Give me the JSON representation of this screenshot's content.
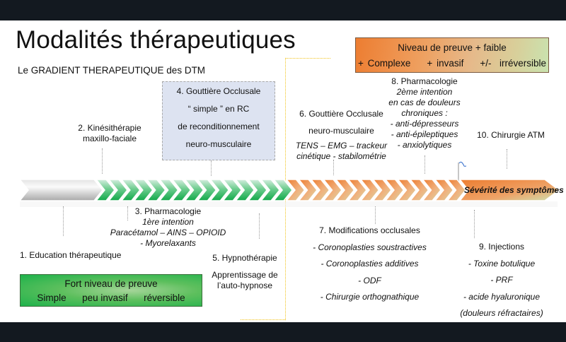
{
  "slide": {
    "title": "Modalités thérapeutiques",
    "subtitle": "Le GRADIENT THERAPEUTIQUE des DTM"
  },
  "legend_top": {
    "line1": "Niveau de preuve + faible",
    "line2": "+ Complexe    + invasif    +/-  irréversible",
    "color_start": "#ed7d31",
    "color_end": "#c9e3b0"
  },
  "legend_bottom": {
    "line1": "Fort niveau de preuve",
    "line2": "Simple      peu invasif      réversible",
    "color_start": "#1db24b",
    "color_end": "#a6d59a"
  },
  "arrow": {
    "label": "Sévérité des symptômes",
    "green_chevrons": 15,
    "orange_chevrons": 14,
    "colors": {
      "grey": "#bdbdbd",
      "green": "#1fb554",
      "orange": "#ed7d31"
    }
  },
  "modalities": [
    {
      "id": 1,
      "title": "1. Education thérapeutique"
    },
    {
      "id": 2,
      "title": "2. Kinésithérapie",
      "line2": "maxillo-faciale"
    },
    {
      "id": 3,
      "title": "3. Pharmacologie",
      "details": [
        "1ère intention",
        "Paracétamol – AINS – OPIOID",
        "- Myorelaxants"
      ]
    },
    {
      "id": 4,
      "title": "4. Gouttière Occlusale",
      "details": [
        "“ simple ” en RC",
        "de reconditionnement",
        "neuro-musculaire"
      ]
    },
    {
      "id": 5,
      "title": "5. Hypnothérapie",
      "details": [
        "Apprentissage de",
        "l’auto-hypnose"
      ]
    },
    {
      "id": 6,
      "title": "6. Gouttière Occlusale",
      "details": [
        "neuro-musculaire",
        "TENS – EMG – trackeur",
        "cinétique - stabilométrie"
      ]
    },
    {
      "id": 7,
      "title": "7. Modifications occlusales",
      "details": [
        "- Coronoplasties soustractives",
        "- Coronoplasties additives",
        "- ODF",
        "- Chirurgie orthognathique"
      ]
    },
    {
      "id": 8,
      "title": "8. Pharmacologie",
      "details": [
        "2ème intention",
        "en cas de douleurs",
        "chroniques :",
        "- anti-dépresseurs",
        "- anti-épileptiques",
        "- anxiolytiques"
      ]
    },
    {
      "id": 9,
      "title": "9. Injections",
      "details": [
        "- Toxine botulique",
        "- PRF",
        "- acide hyaluronique",
        "(douleurs réfractaires)"
      ]
    },
    {
      "id": 10,
      "title": "10. Chirurgie ATM"
    }
  ]
}
